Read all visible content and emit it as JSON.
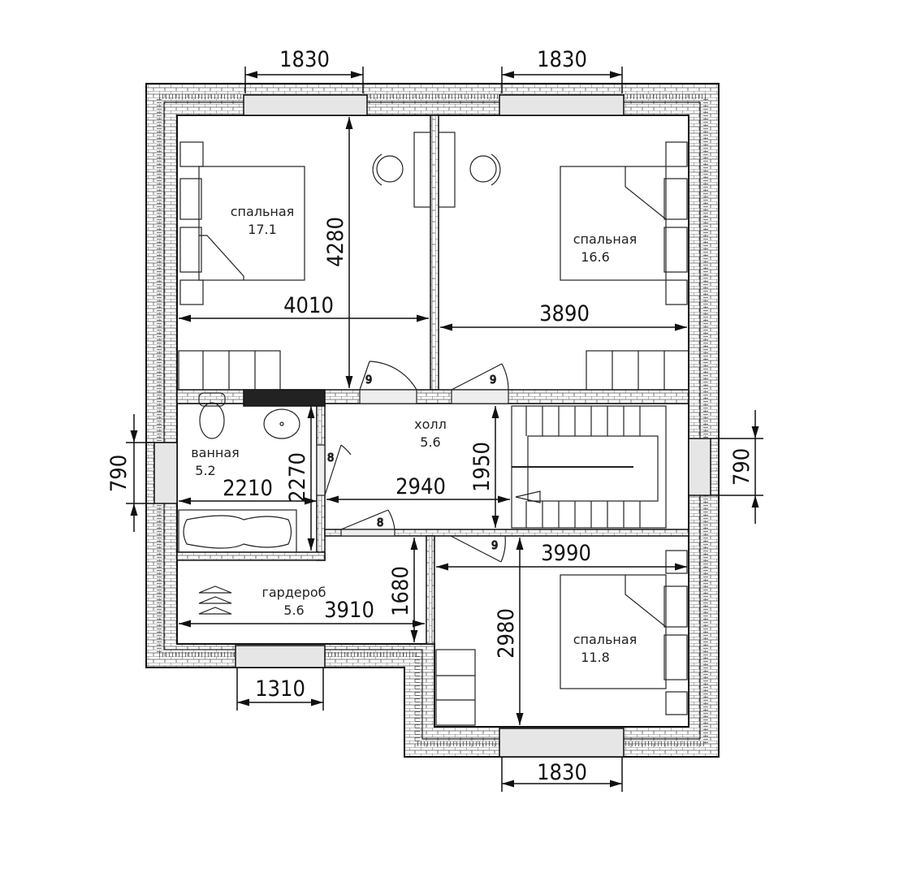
{
  "title": "Second floor plan",
  "rooms": [
    {
      "name": "спальная",
      "area": "17.1"
    },
    {
      "name": "спальная",
      "area": "16.6"
    },
    {
      "name": "холл",
      "area": "5.6"
    },
    {
      "name": "ванная",
      "area": "5.2"
    },
    {
      "name": "гардероб",
      "area": "5.6"
    },
    {
      "name": "спальная",
      "area": "11.8"
    }
  ],
  "dimensions": {
    "window_top_left": "1830",
    "window_top_right": "1830",
    "window_left": "790",
    "window_right": "790",
    "window_bottom_left": "1310",
    "window_bottom_right": "1830",
    "bedroom1_width": "4010",
    "bedroom1_depth": "4280",
    "bedroom2_width": "3890",
    "bath_width": "2210",
    "bath_depth": "2270",
    "hall_width": "2940",
    "hall_depth": "1950",
    "bedroom3_width": "3990",
    "bedroom3_depth": "2980",
    "wardrobe_width": "3910",
    "wardrobe_depth": "1680"
  },
  "doors": [
    "9",
    "9",
    "8",
    "8",
    "9"
  ],
  "colors": {
    "line": "#111111",
    "window": "#e6e6e6"
  }
}
